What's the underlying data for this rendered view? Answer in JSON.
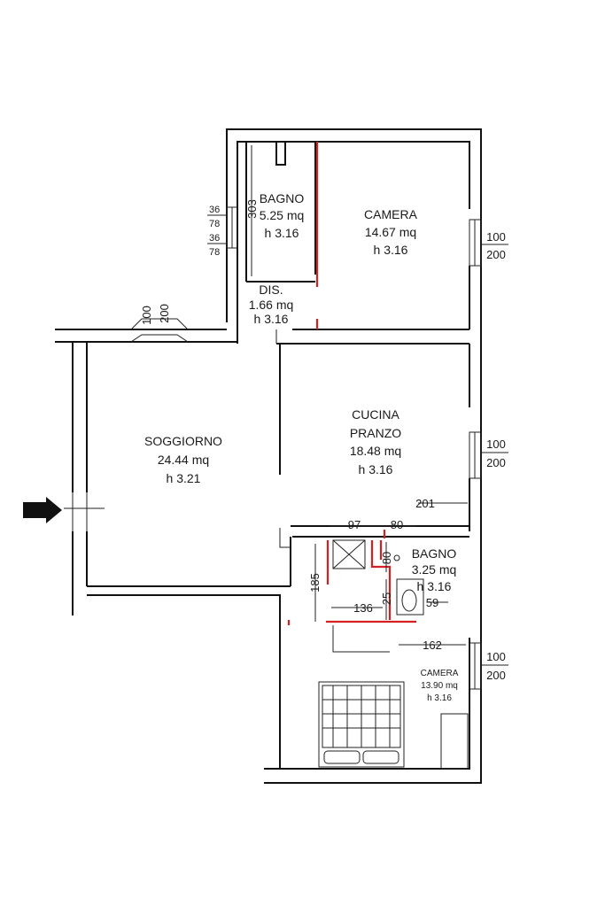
{
  "rooms": [
    {
      "id": "bagno1",
      "name": "BAGNO",
      "area": "5.25 mq",
      "height": "h 3.16"
    },
    {
      "id": "camera1",
      "name": "CAMERA",
      "area": "14.67 mq",
      "height": "h 3.16"
    },
    {
      "id": "dis",
      "name": "DIS.",
      "area": "1.66 mq",
      "height": "h 3.16"
    },
    {
      "id": "soggiorno",
      "name": "SOGGIORNO",
      "area": "24.44 mq",
      "height": "h 3.21"
    },
    {
      "id": "cucina",
      "name": "CUCINA",
      "name2": "PRANZO",
      "area": "18.48 mq",
      "height": "h 3.16"
    },
    {
      "id": "bagno2",
      "name": "BAGNO",
      "area": "3.25 mq",
      "height": "h 3.16"
    },
    {
      "id": "camera2",
      "name": "CAMERA",
      "area": "13.90 mq",
      "height": "h 3.16"
    }
  ],
  "dimensions": {
    "bagno_height": "303",
    "small_win_a1": "36",
    "small_win_a2": "78",
    "small_win_b1": "36",
    "small_win_b2": "78",
    "top_window_1": "100",
    "top_window_2": "200",
    "camera1_win_1": "100",
    "camera1_win_2": "200",
    "cucina_win_1": "100",
    "cucina_win_2": "200",
    "camera2_win_1": "100",
    "camera2_win_2": "200",
    "cucina_201": "201",
    "corr_97": "97",
    "corr_80": "80",
    "bagno2_80": "80",
    "left_185": "185",
    "wall_136": "136",
    "bagno2_25": "25",
    "bagno2_59": "59",
    "bottom_162": "162"
  }
}
